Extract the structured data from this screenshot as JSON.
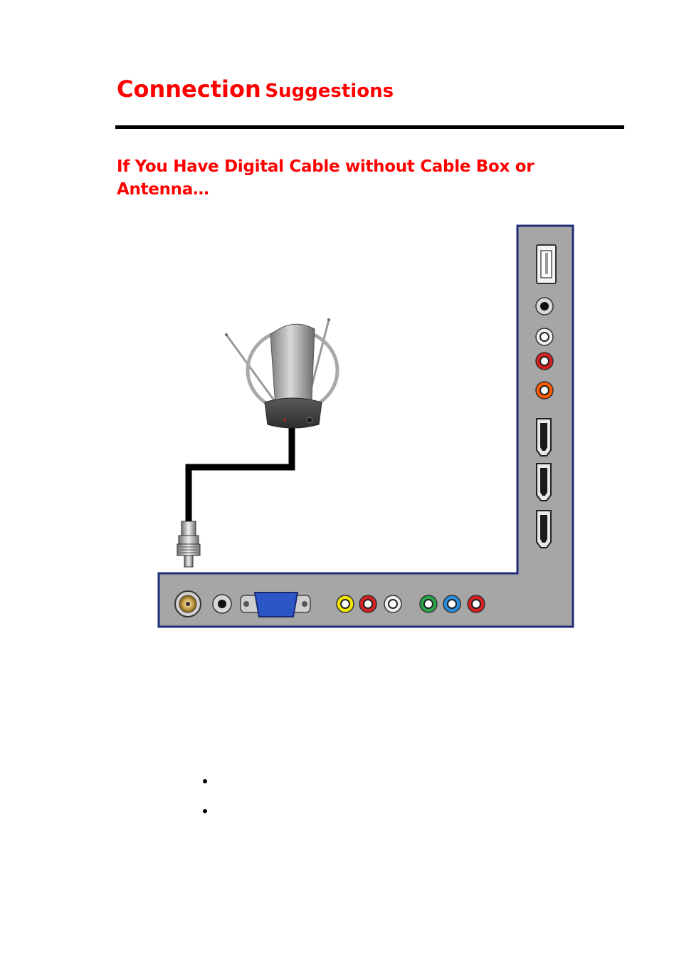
{
  "header": {
    "title_main": "Connection",
    "title_sub": "Suggestions"
  },
  "section": {
    "subtitle": "If You Have Digital Cable without Cable Box or Antenna…"
  },
  "colors": {
    "accent": "#ff0000",
    "panel_fill": "#a6a6a6",
    "panel_border": "#1f2d7a",
    "cable": "#000000"
  },
  "icons": [
    "antenna-icon",
    "coax-connector-icon",
    "usb-port-icon",
    "hdmi-port-icon",
    "vga-port-icon",
    "rca-jack-icon"
  ],
  "bullets": [
    "",
    ""
  ]
}
